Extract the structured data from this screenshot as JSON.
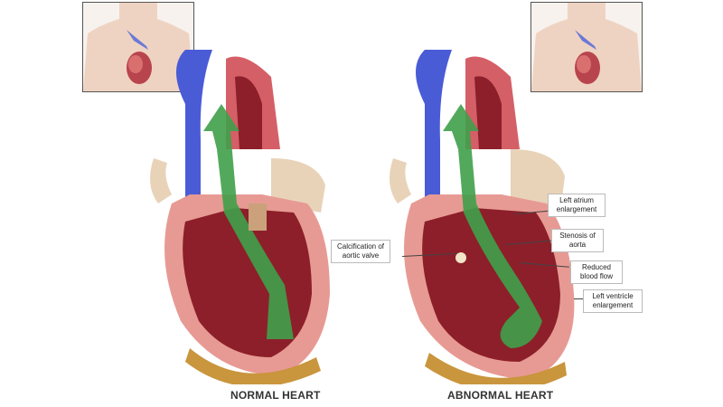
{
  "titles": {
    "normal": "NORMAL HEART",
    "abnormal": "ABNORMAL HEART"
  },
  "labels": {
    "left_atrium": "Left atrium enlargement",
    "stenosis": "Stenosis of aorta",
    "reduced_flow": "Reduced blood flow",
    "left_ventricle": "Left ventricle enlargement",
    "calcification": "Calcification of aortic valve"
  },
  "colors": {
    "vein": "#4a5bd6",
    "muscle": "#b8404a",
    "muscle_light": "#e79a93",
    "flow_arrow": "#3fa04a",
    "fat": "#c9953d",
    "skin": "#efd3c2"
  }
}
